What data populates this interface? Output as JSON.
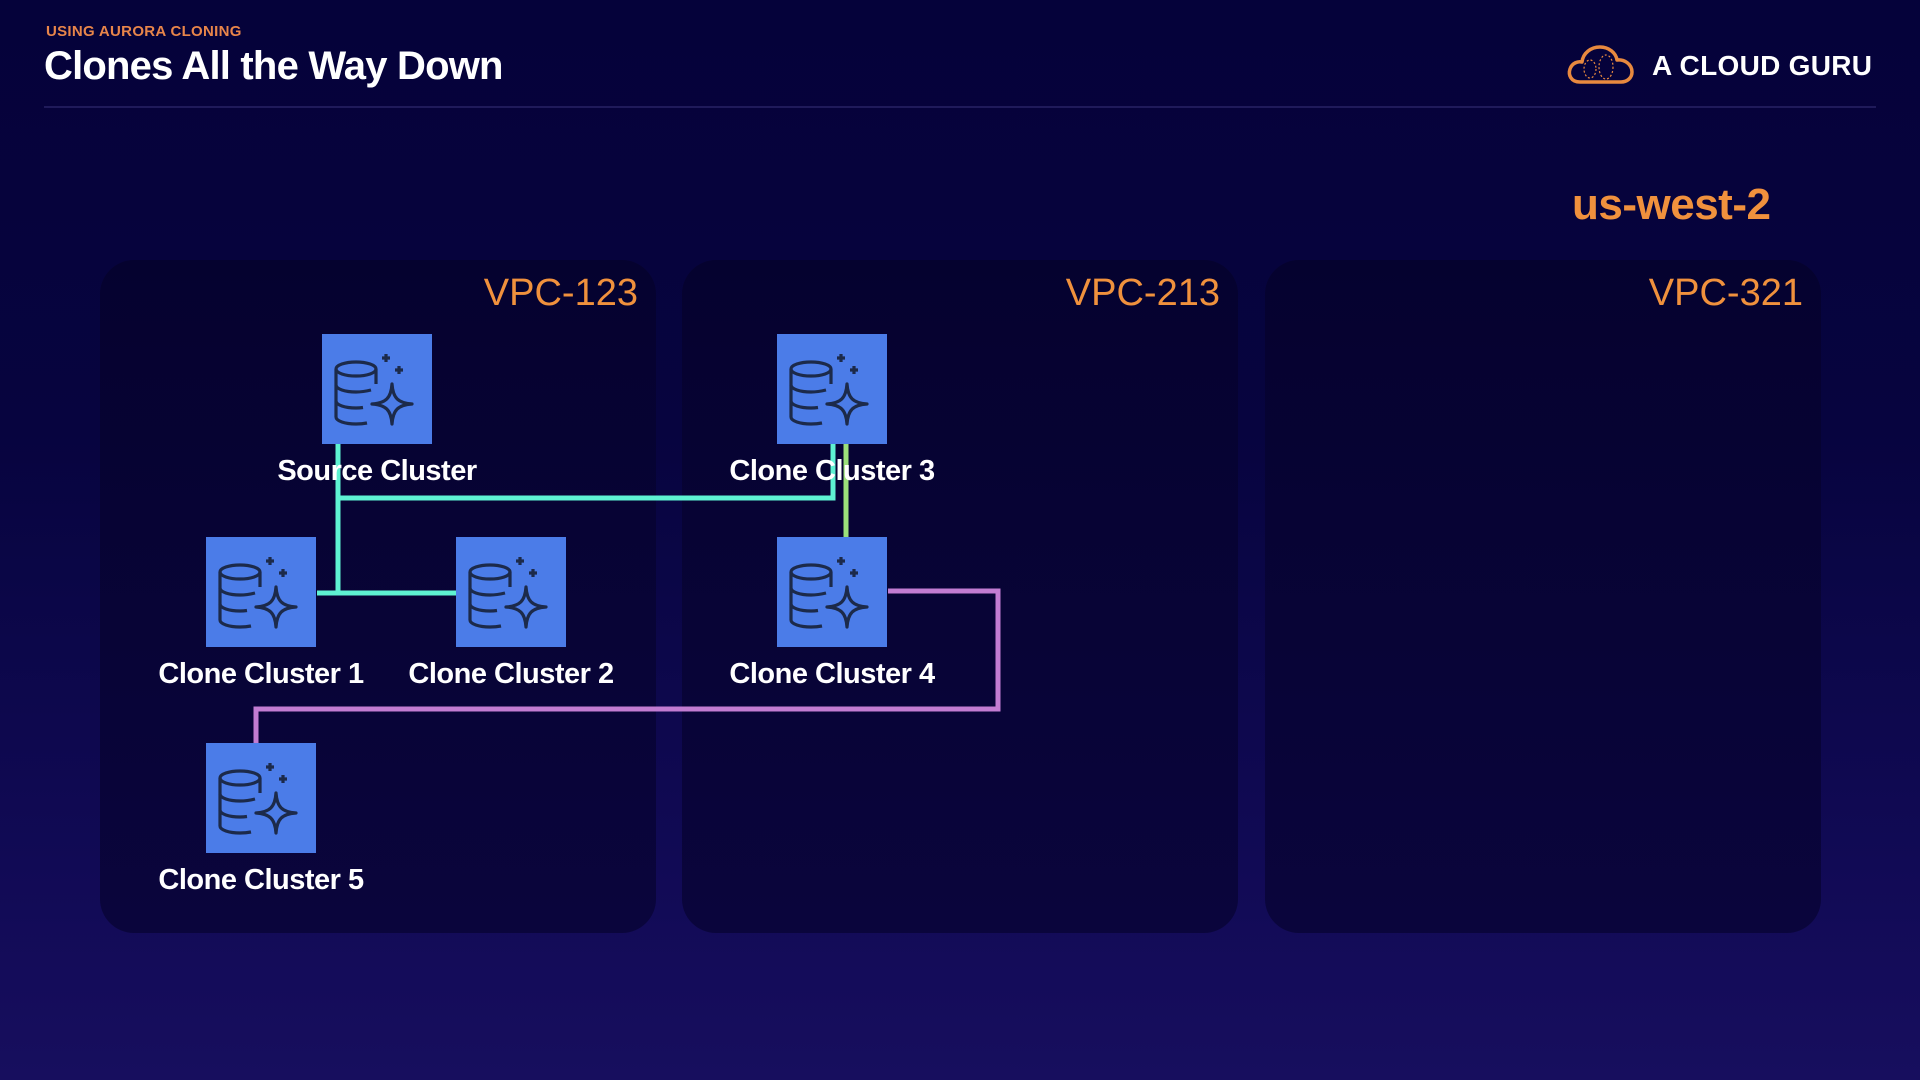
{
  "header": {
    "subtitle": "USING AURORA CLONING",
    "title": "Clones All the Way Down",
    "brand": "A CLOUD GURU",
    "brand_icon": "cloud-icon"
  },
  "diagram": {
    "region": "us-west-2",
    "vpcs": [
      {
        "label": "VPC-123"
      },
      {
        "label": "VPC-213"
      },
      {
        "label": "VPC-321"
      }
    ],
    "nodes": [
      {
        "id": "source",
        "label": "Source Cluster",
        "vpc": "VPC-123",
        "icon": "aurora-database-icon"
      },
      {
        "id": "clone1",
        "label": "Clone Cluster 1",
        "vpc": "VPC-123",
        "icon": "aurora-database-icon"
      },
      {
        "id": "clone2",
        "label": "Clone Cluster 2",
        "vpc": "VPC-123",
        "icon": "aurora-database-icon"
      },
      {
        "id": "clone3",
        "label": "Clone Cluster 3",
        "vpc": "VPC-213",
        "icon": "aurora-database-icon"
      },
      {
        "id": "clone4",
        "label": "Clone Cluster 4",
        "vpc": "VPC-213",
        "icon": "aurora-database-icon"
      },
      {
        "id": "clone5",
        "label": "Clone Cluster 5",
        "vpc": "VPC-123",
        "icon": "aurora-database-icon"
      }
    ],
    "edges": [
      {
        "from": "source",
        "to": "clone1",
        "color": "#5ef2d2"
      },
      {
        "from": "source",
        "to": "clone2",
        "color": "#5ef2d2"
      },
      {
        "from": "source",
        "to": "clone3",
        "color": "#5ef2d2"
      },
      {
        "from": "clone3",
        "to": "clone4",
        "color": "#9be07a"
      },
      {
        "from": "clone4",
        "to": "clone5",
        "color": "#c27cd2"
      }
    ],
    "colors": {
      "accent": "#f0913d",
      "node_fill": "#4b7ce8",
      "icon_stroke": "#1c2a4a"
    }
  }
}
